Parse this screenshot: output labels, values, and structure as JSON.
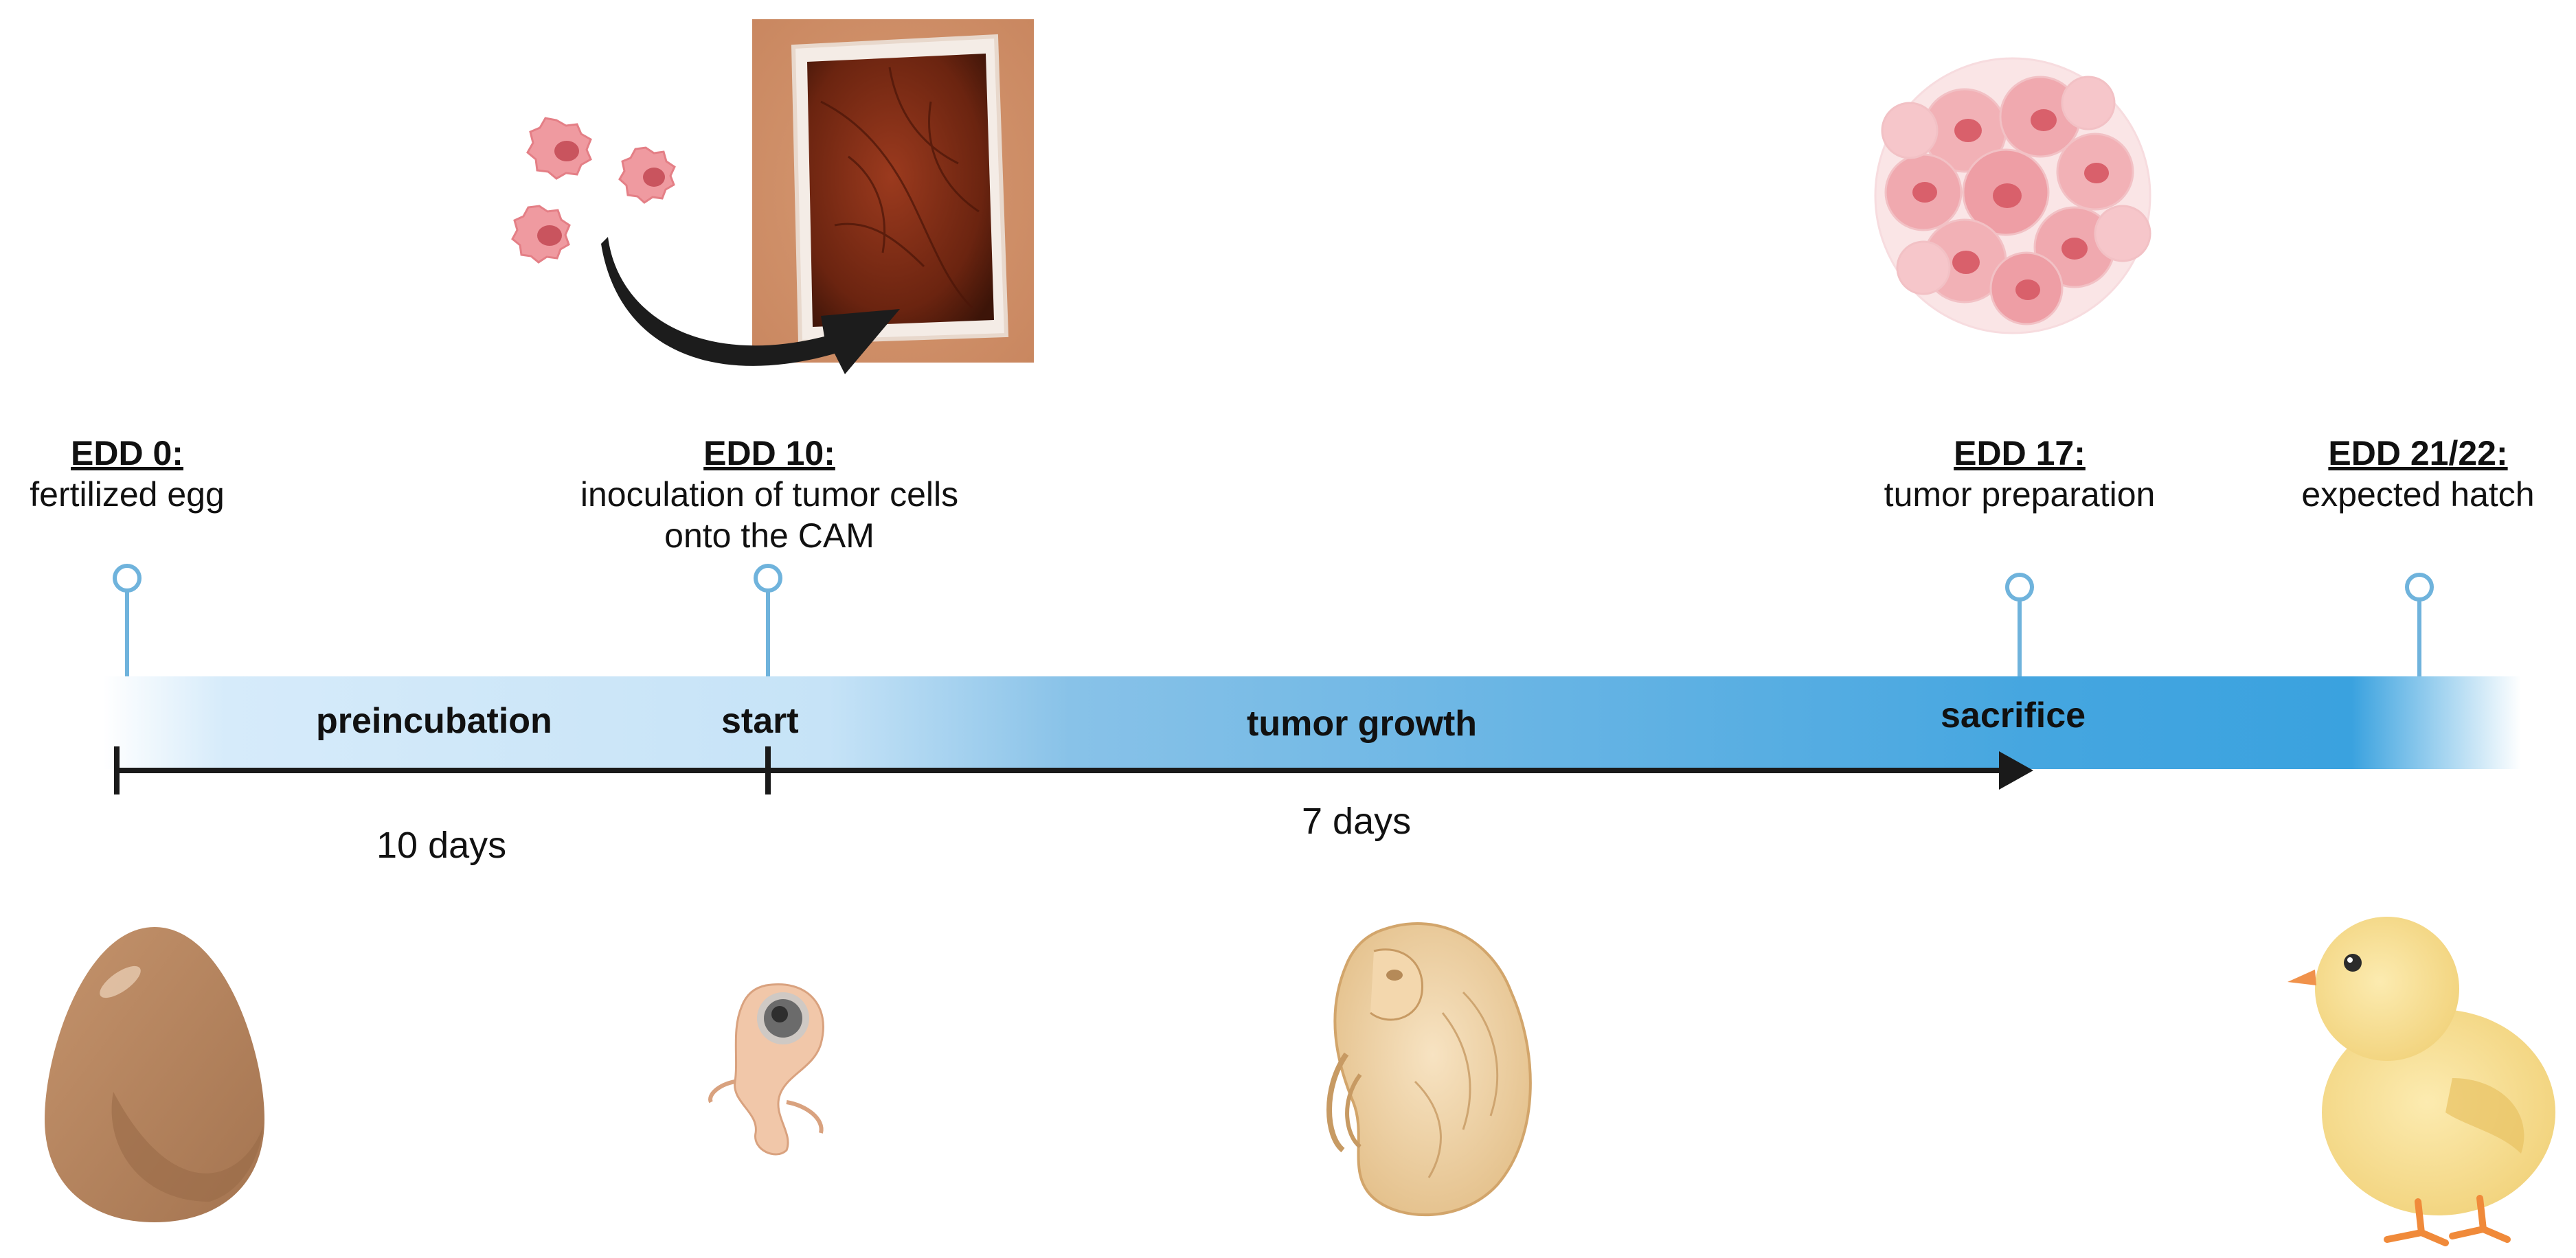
{
  "milestones": [
    {
      "head": "EDD 0:",
      "desc_lines": [
        "fertilized egg"
      ]
    },
    {
      "head": "EDD 10:",
      "desc_lines": [
        "inoculation of tumor cells",
        "onto the CAM"
      ]
    },
    {
      "head": "EDD 17:",
      "desc_lines": [
        "tumor preparation"
      ]
    },
    {
      "head": "EDD 21/22:",
      "desc_lines": [
        "expected hatch"
      ]
    }
  ],
  "bands": {
    "preincubation": "preincubation",
    "start": "start",
    "tumor_growth": "tumor growth",
    "sacrifice": "sacrifice"
  },
  "durations": {
    "first": "10 days",
    "second": "7 days"
  },
  "colors": {
    "band_light": "#cde6f8",
    "band_dark": "#3fa3de",
    "pin": "#6fb3dc",
    "arrow": "#1a1a1a",
    "egg": "#b5835c",
    "tumor_cell": "#ef9aa0",
    "chick": "#f7dc8a"
  },
  "icons": [
    "tumor-cells-icon",
    "cam-photo",
    "curved-arrow-icon",
    "tumor-mass-icon",
    "egg-icon",
    "early-embryo-icon",
    "late-embryo-icon",
    "chick-icon"
  ]
}
